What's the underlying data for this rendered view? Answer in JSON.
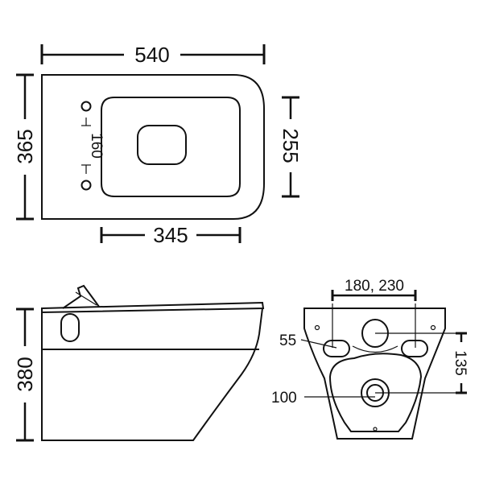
{
  "top_view": {
    "width_label": "540",
    "depth_label": "365",
    "bowl_depth_label": "255",
    "bowl_width_label": "345",
    "bolt_spacing_label": "160"
  },
  "side_view": {
    "height_label": "380"
  },
  "rear_view": {
    "connection_label": "180, 230",
    "bolt_hole_label": "55",
    "offset_label": "135",
    "outlet_label": "100"
  }
}
